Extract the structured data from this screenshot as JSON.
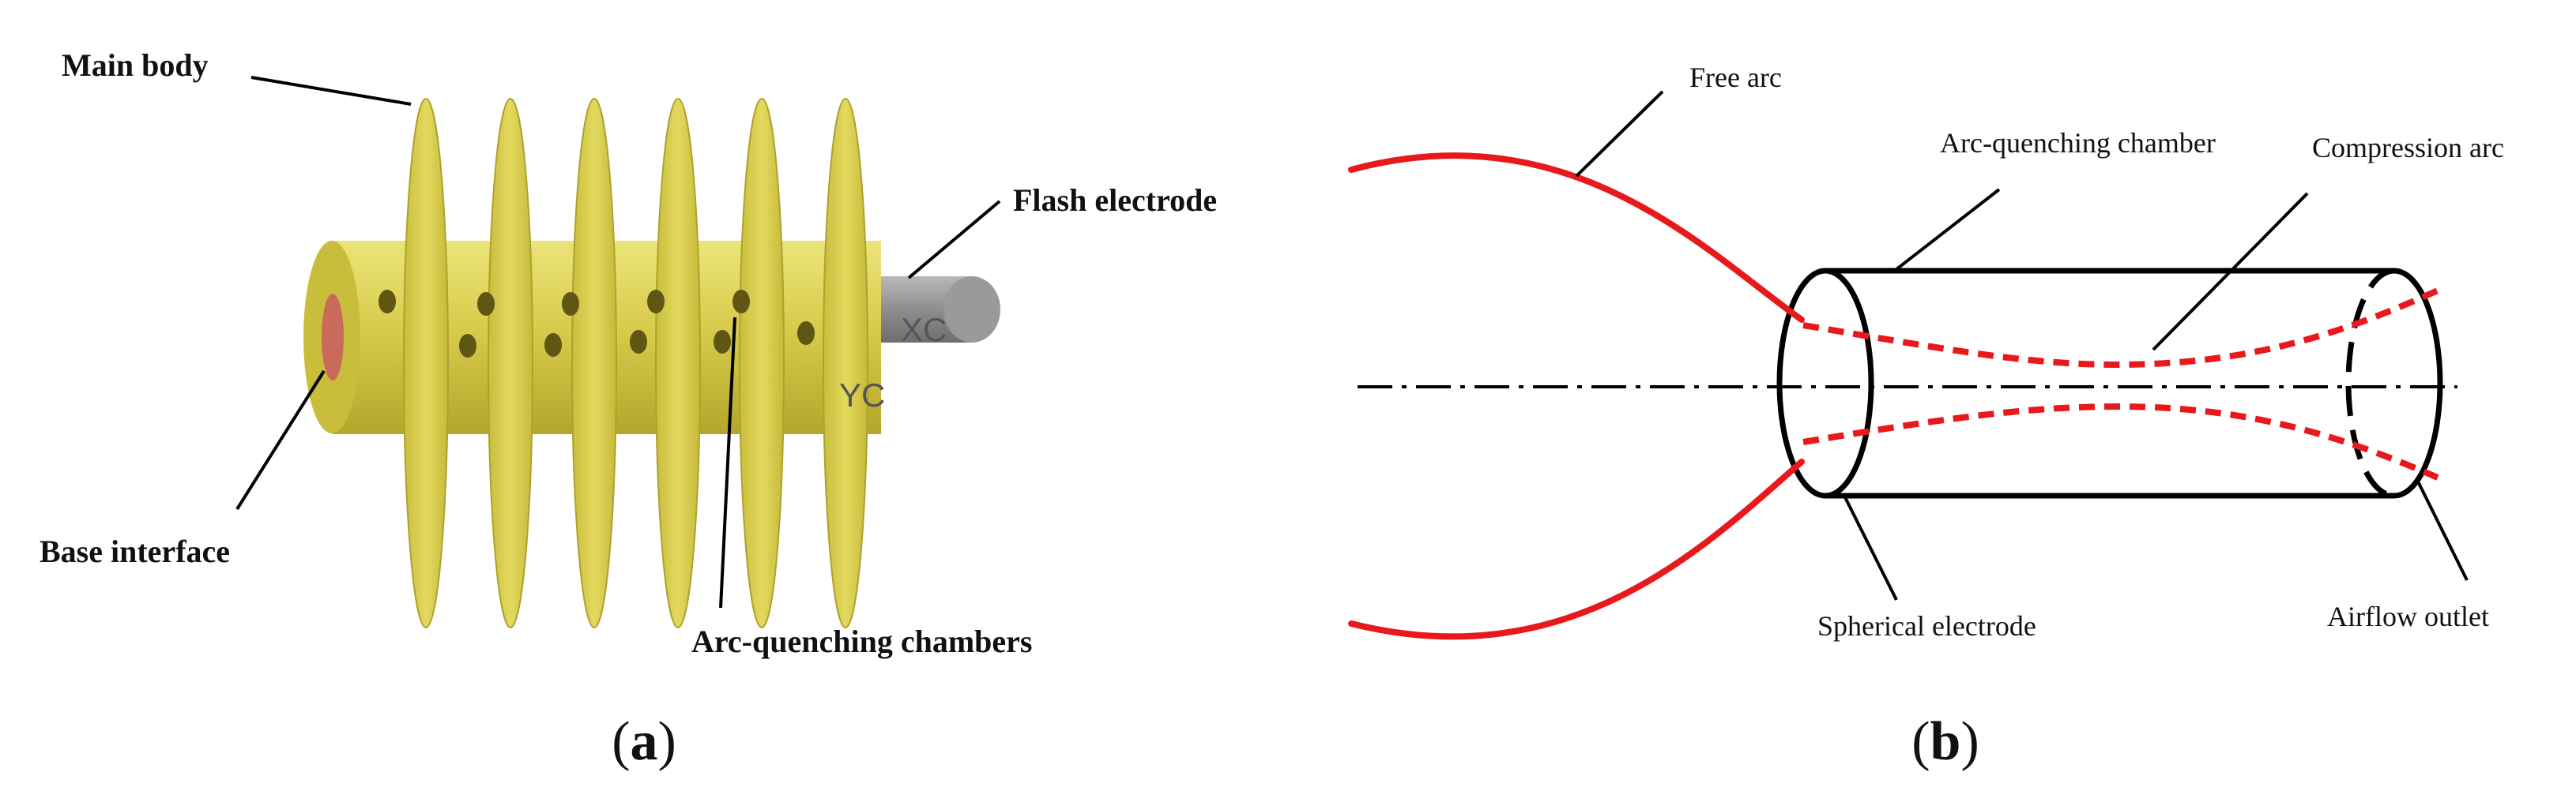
{
  "panel_a": {
    "labels": {
      "main_body": "Main body",
      "flash_electrode": "Flash electrode",
      "base_interface": "Base interface",
      "arc_quenching_chambers": "Arc-quenching chambers",
      "axis_x": "XC",
      "axis_y": "YC"
    },
    "caption": {
      "open": "(",
      "letter": "a",
      "close": ")"
    },
    "colors": {
      "body": "#d8cc4c",
      "disc": "#ddd355",
      "electrode": "#8e8e8e",
      "interface": "#c96a5a"
    }
  },
  "panel_b": {
    "labels": {
      "free_arc": "Free arc",
      "arc_quenching_chamber": "Arc-quenching chamber",
      "compression_arc": "Compression arc",
      "spherical_electrode": "Spherical electrode",
      "airflow_outlet": "Airflow outlet"
    },
    "caption": {
      "open": "(",
      "letter": "b",
      "close": ")"
    },
    "colors": {
      "arc": "#e8191c",
      "outline": "#000000"
    }
  }
}
